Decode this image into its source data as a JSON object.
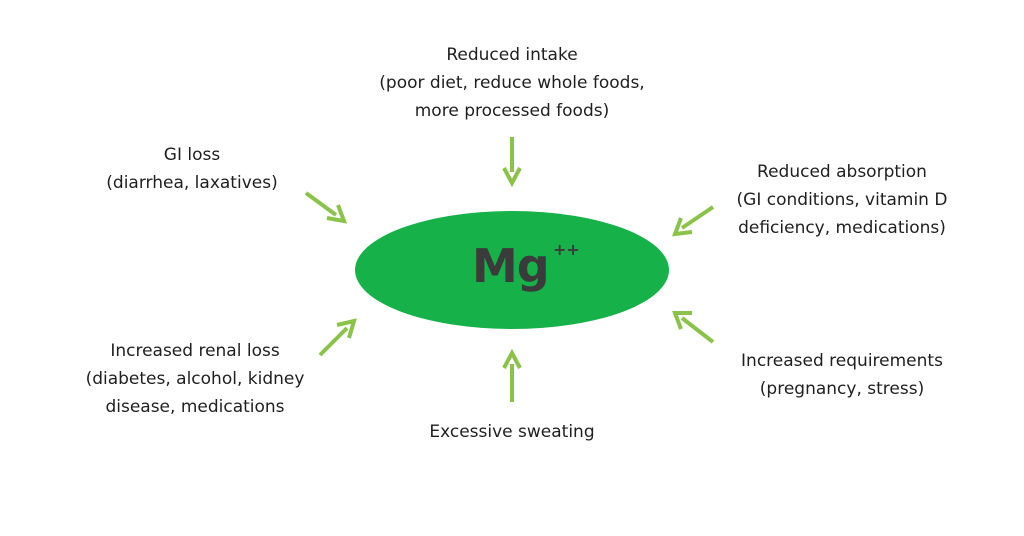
{
  "center": {
    "symbol": "Mg",
    "charge": "++",
    "fill_color": "#17b14a",
    "text_color": "#3b3b3b"
  },
  "arrow_color": "#8bc34a",
  "factors": {
    "top": {
      "title": "Reduced intake",
      "detail_line1": "(poor diet, reduce whole foods,",
      "detail_line2": "more processed foods)"
    },
    "top_left": {
      "title": "GI loss",
      "detail_line1": "(diarrhea, laxatives)"
    },
    "top_right": {
      "title": "Reduced absorption",
      "detail_line1": "(GI conditions, vitamin D",
      "detail_line2": "deficiency, medications)"
    },
    "bottom_left": {
      "title": "Increased renal loss",
      "detail_line1": "(diabetes, alcohol, kidney",
      "detail_line2": "disease, medications"
    },
    "bottom_right": {
      "title": "Increased requirements",
      "detail_line1": "(pregnancy, stress)"
    },
    "bottom": {
      "title": "Excessive sweating"
    }
  }
}
